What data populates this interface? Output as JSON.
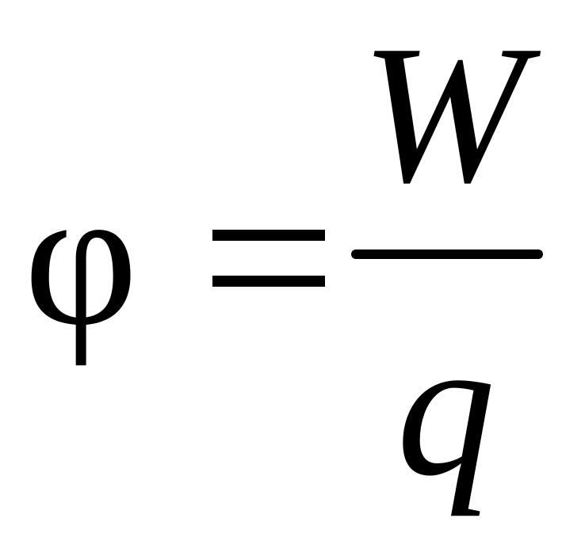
{
  "formula": {
    "lhs": "φ",
    "equals": "=",
    "numerator": "W",
    "denominator": "q"
  }
}
